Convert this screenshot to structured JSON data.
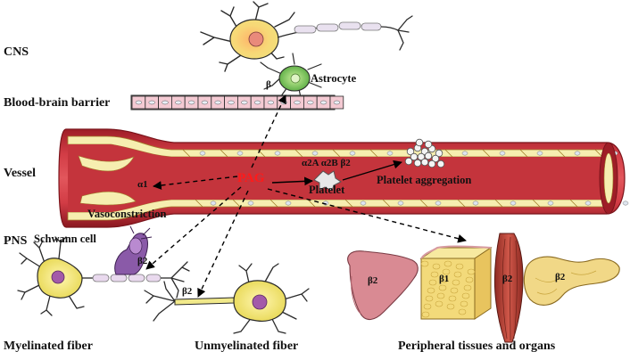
{
  "labels": {
    "cns": "CNS",
    "bbb": "Blood-brain barrier",
    "vessel": "Vessel",
    "pns": "PNS",
    "astrocyte": "Astrocyte",
    "beta_astro": "β",
    "pag": "PAG",
    "alpha1": "α1",
    "vasoconstriction": "Vasoconstriction",
    "receptors_platelet": "α2A  α2B  β2",
    "platelet": "Platelet",
    "platelet_aggregation": "Platelet aggregation",
    "schwann_cell": "Schwann cell",
    "beta2_schwann": "β2",
    "beta2_unmyelinated": "β2",
    "myelinated_fiber": "Myelinated fiber",
    "unmyelinated_fiber": "Unmyelinated fiber",
    "peripheral": "Peripheral tissues and organs",
    "liver_receptor": "β2",
    "fat_receptor": "β1",
    "muscle_receptor": "β2",
    "pancreas_receptor": "β2"
  },
  "colors": {
    "pag": "#ff1a1a",
    "vessel": "#c8303a",
    "vessel_dark": "#8e1b22",
    "endothelium": "#f6eeb0",
    "bbb_cell": "#f2c6cf",
    "neuron": "#f3ec86",
    "astrocyte": "#7cc95c",
    "schwann": "#9a6bb4",
    "liver": "#d98a93",
    "fat": "#f3da7a",
    "muscle": "#c04a3e",
    "pancreas": "#f1d887"
  },
  "icons": [
    "neuron-icon",
    "astrocyte-icon",
    "platelet-icon",
    "platelet-aggregate-icon",
    "schwann-cell-icon",
    "liver-icon",
    "adipose-icon",
    "muscle-icon",
    "pancreas-icon"
  ]
}
